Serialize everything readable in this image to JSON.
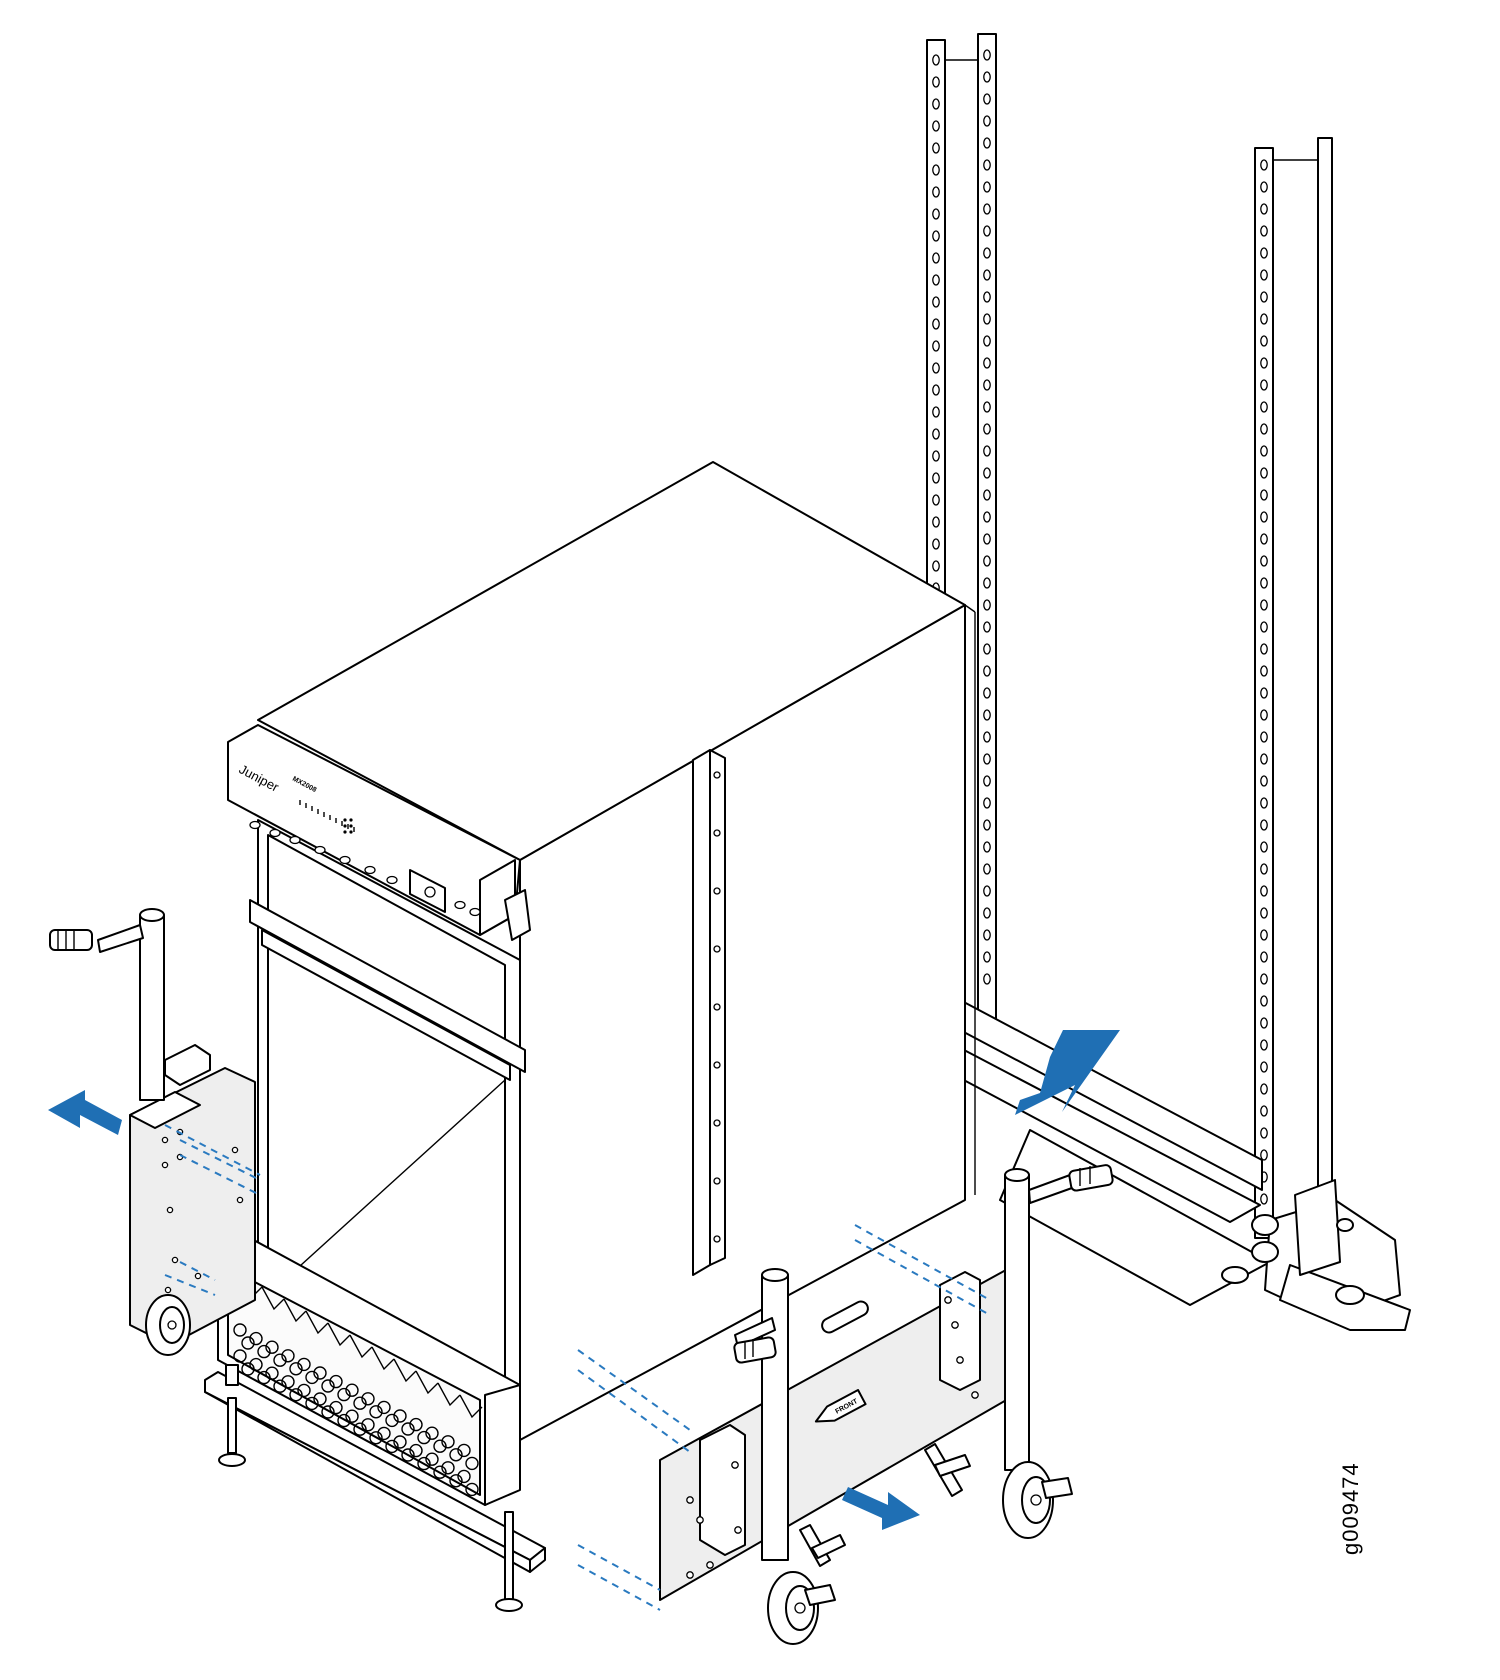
{
  "figure": {
    "figure_id": "g009474",
    "brand_label": "Juniper",
    "model_label": "MX2008",
    "lift_panel_label": "FRONT"
  },
  "colors": {
    "line": "#000000",
    "arrow": "#1f6fb4",
    "dash": "#2a7ac0",
    "panel": "#eeeeee",
    "fill": "#ffffff"
  },
  "icons": {
    "arrows": [
      "blue-arrow-icon"
    ],
    "fasteners": [
      "hex-bolt-icon"
    ]
  }
}
